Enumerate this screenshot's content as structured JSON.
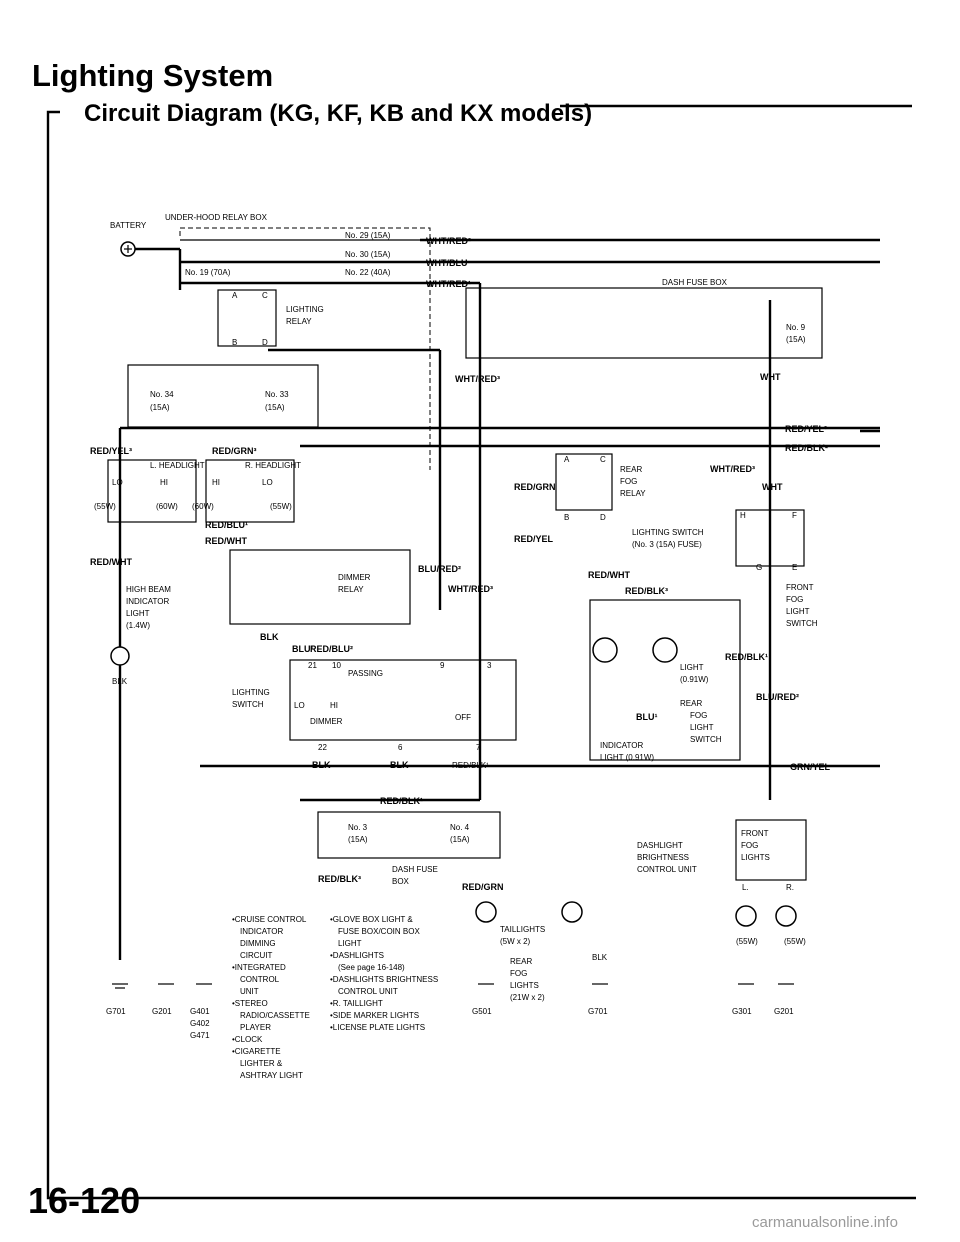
{
  "title": "Lighting System",
  "subtitle": "Circuit Diagram (KG, KF, KB and KX models)",
  "page_number": "16-120",
  "watermark": "carmanualsonline.info",
  "top_box": {
    "battery": "BATTERY",
    "label": "UNDER-HOOD RELAY BOX",
    "fuse29": "No. 29 (15A)",
    "fuse30": "No. 30 (15A)",
    "fuse19": "No. 19 (70A)",
    "fuse22": "No. 22 (40A)",
    "lighting_relay_1": "LIGHTING",
    "lighting_relay_2": "RELAY",
    "term_a": "A",
    "term_b": "B",
    "term_c": "C",
    "term_d": "D",
    "fuse34_1": "No. 34",
    "fuse34_2": "(15A)",
    "fuse33_1": "No. 33",
    "fuse33_2": "(15A)"
  },
  "wires": {
    "wht_red2": "WHT/RED²",
    "wht_blu": "WHT/BLU",
    "wht_red1": "WHT/RED¹",
    "wht_red3_a": "WHT/RED³",
    "wht_red3_b": "WHT/RED³",
    "wht_red3_c": "WHT/RED³",
    "wht_a": "WHT",
    "wht_b": "WHT",
    "red_yel3_l": "RED/YEL³",
    "red_grn3": "RED/GRN³",
    "red_yel3_r": "RED/YEL³",
    "red_blk2_r": "RED/BLK²",
    "red_blu1": "RED/BLU¹",
    "red_wht_a": "RED/WHT",
    "red_wht_b": "RED/WHT",
    "red_wht_c": "RED/WHT",
    "blu_red2_a": "BLU/RED²",
    "blu_red2_b": "BLU/RED²",
    "blk_a": "BLK",
    "blk_b": "BLK",
    "blk_c": "BLK",
    "blk_d": "BLK",
    "blu1_a": "BLU¹",
    "blu1_b": "BLU¹",
    "red_blu2": "RED/BLU²",
    "red_blk1_a": "RED/BLK¹",
    "red_blk1_b": "RED/BLK¹",
    "red_blk1_c": "RED/BLK¹",
    "red_blk3_a": "RED/BLK³",
    "red_blk3_b": "RED/BLK³",
    "red_grn_a": "RED/GRN",
    "red_grn_b": "RED/GRN",
    "red_yel": "RED/YEL",
    "grn_yel": "GRN/YEL"
  },
  "components": {
    "dash_fuse_box": "DASH FUSE BOX",
    "fuse9_1": "No. 9",
    "fuse9_2": "(15A)",
    "l_headlight": "L. HEADLIGHT",
    "r_headlight": "R. HEADLIGHT",
    "lo1": "LO",
    "hi1": "HI",
    "hi2": "HI",
    "lo2": "LO",
    "w55_l": "(55W)",
    "w60_1": "(60W)",
    "w60_2": "(60W)",
    "w55_r": "(55W)",
    "high_beam": [
      "HIGH BEAM",
      "INDICATOR",
      "LIGHT",
      "(1.4W)"
    ],
    "dimmer_relay": [
      "DIMMER",
      "RELAY"
    ],
    "rear_fog_relay": [
      "REAR",
      "FOG",
      "RELAY"
    ],
    "lighting_switch_fuse": [
      "LIGHTING SWITCH",
      "(No. 3 (15A) FUSE)"
    ],
    "front_fog_switch": [
      "FRONT",
      "FOG",
      "LIGHT",
      "SWITCH"
    ],
    "fog_light_bulb": [
      "LIGHT",
      "(0.91W)"
    ],
    "rear_fog_switch": [
      "REAR",
      "FOG",
      "LIGHT",
      "SWITCH"
    ],
    "indicator_light": [
      "INDICATOR",
      "LIGHT (0.91W)"
    ],
    "lighting_switch": [
      "LIGHTING",
      "SWITCH"
    ],
    "passing": "PASSING",
    "off": "OFF",
    "lo_sw": "LO",
    "hi_sw": "HI",
    "dimmer_sw": "DIMMER",
    "pins": [
      "21",
      "10",
      "9",
      "3",
      "22",
      "6",
      "7"
    ],
    "fuse3_1": "No. 3",
    "fuse3_2": "(15A)",
    "fuse4_1": "No. 4",
    "fuse4_2": "(15A)",
    "dash_fuse_box2": [
      "DASH FUSE",
      "BOX"
    ],
    "dash_brightness": [
      "DASHLIGHT",
      "BRIGHTNESS",
      "CONTROL UNIT"
    ],
    "front_fog_lights": [
      "FRONT",
      "FOG",
      "LIGHTS"
    ],
    "ff_l": "L.",
    "ff_r": "R.",
    "w55_fl": "(55W)",
    "w55_fr": "(55W)",
    "taillights": [
      "TAILLIGHTS",
      "(5W x 2)"
    ],
    "rear_fog_lights": [
      "REAR",
      "FOG",
      "LIGHTS",
      "(21W x 2)"
    ]
  },
  "loads_col1": [
    "•CRUISE CONTROL",
    "INDICATOR",
    "DIMMING",
    "CIRCUIT",
    "•INTEGRATED",
    "CONTROL",
    "UNIT",
    "•STEREO",
    "RADIO/CASSETTE",
    "PLAYER",
    "•CLOCK",
    "•CIGARETTE",
    "LIGHTER &",
    "ASHTRAY LIGHT"
  ],
  "loads_col2": [
    "•GLOVE BOX LIGHT &",
    "FUSE BOX/COIN BOX",
    "LIGHT",
    "•DASHLIGHTS",
    "(See page 16-148)",
    "•DASHLIGHTS BRIGHTNESS",
    "CONTROL UNIT",
    "•R. TAILLIGHT",
    "•SIDE MARKER LIGHTS",
    "•LICENSE PLATE LIGHTS"
  ],
  "grounds": {
    "g701_a": "G701",
    "g201_a": "G201",
    "g401": "G401",
    "g402": "G402",
    "g471": "G471",
    "g501": "G501",
    "g701_b": "G701",
    "g301": "G301",
    "g201_b": "G201"
  },
  "terminals": {
    "a": "A",
    "b": "B",
    "c": "C",
    "d": "D",
    "e": "E",
    "f": "F",
    "g": "G",
    "h": "H"
  },
  "ground_wire": {
    "blk": "BLK"
  }
}
